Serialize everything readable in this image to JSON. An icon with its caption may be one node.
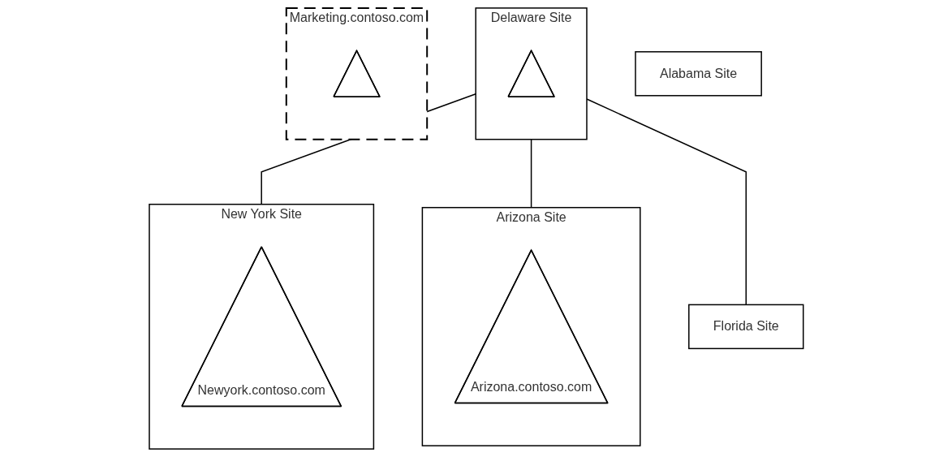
{
  "diagram": {
    "nodes": [
      {
        "text": [
          "Delaware Site"
        ]
      },
      {
        "text": [],
        "shape": "triangle",
        "in": 0
      },
      {
        "text": [
          "New York Site"
        ]
      },
      {
        "text": [
          "Newyork.contoso.com"
        ],
        "in": 2
      },
      {
        "text": [
          "Arizona Site"
        ]
      },
      {
        "text": [
          "Arizona.contoso.com"
        ],
        "in": 4
      },
      {
        "text": [
          "Florida Site"
        ]
      },
      {
        "text": [
          "Marketing.contoso.com"
        ]
      },
      {
        "text": [],
        "shape": "triangle",
        "in": 7
      },
      {
        "text": [
          "Alabama Site"
        ]
      }
    ],
    "edges": [
      {
        "from": 0,
        "to": 2,
        "arrow": "none"
      },
      {
        "from": 0,
        "to": 4,
        "arrow": "none"
      },
      {
        "from": 0,
        "to": 6,
        "arrow": "none"
      }
    ]
  }
}
